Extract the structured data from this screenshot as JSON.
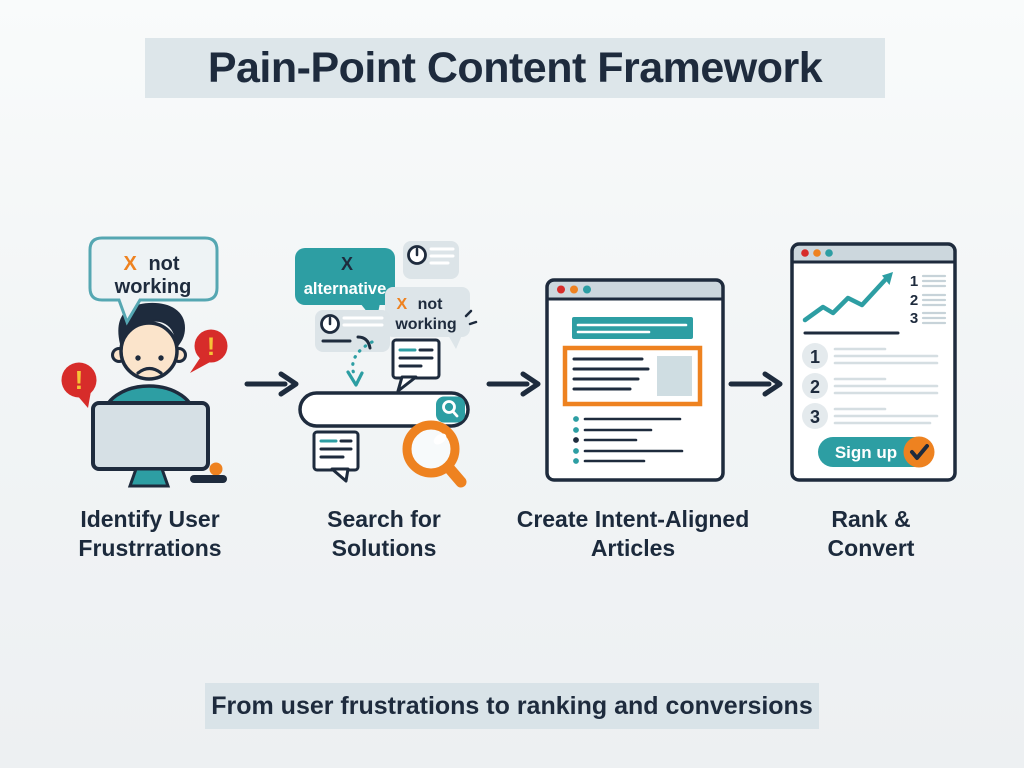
{
  "title": "Pain-Point Content Framework",
  "caption": "From user frustrations to ranking and conversions",
  "steps": [
    {
      "line1": "Identify User",
      "line2": "Frustrrations"
    },
    {
      "line1": "Search for",
      "line2": "Solutions"
    },
    {
      "line1": "Create Intent-Aligned",
      "line2": "Articles"
    },
    {
      "line1": "Rank &",
      "line2": "Convert"
    }
  ],
  "panel1": {
    "speech_bubble": {
      "x": "X",
      "line1": "not",
      "line2": "working"
    },
    "exclamation": "!"
  },
  "panel2": {
    "alternative_bubble": {
      "x": "X",
      "label": "alternative"
    },
    "not_working_bubble": {
      "x": "X",
      "line1": "not",
      "line2": "working"
    }
  },
  "panel4": {
    "chart_ranks": [
      "1",
      "2",
      "3"
    ],
    "list_ranks": [
      "1",
      "2",
      "3"
    ],
    "signup_label": "Sign up"
  },
  "colors": {
    "teal": "#2D9EA3",
    "orange": "#EE8220",
    "red": "#D72C2A",
    "navy": "#1E2B3D",
    "yellow": "#F6C437",
    "skin": "#FBE4CB",
    "band_bg": "#DDE6EA",
    "page_bg": "#F1F4F5",
    "bubble_grey": "#DCE4E8",
    "screen_grey": "#D6E0E5"
  }
}
